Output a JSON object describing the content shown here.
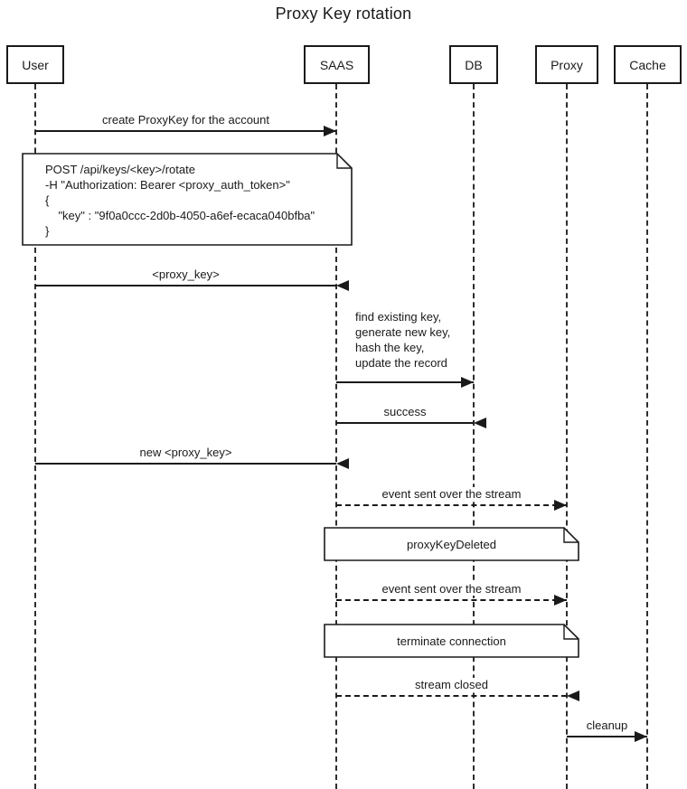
{
  "title": "Proxy Key rotation",
  "actors": [
    {
      "name": "User"
    },
    {
      "name": "SAAS"
    },
    {
      "name": "DB"
    },
    {
      "name": "Proxy"
    },
    {
      "name": "Cache"
    }
  ],
  "messages": [
    {
      "from": "User",
      "to": "SAAS",
      "style": "solid",
      "label": "create ProxyKey for the account"
    },
    {
      "from": "SAAS",
      "to": "User",
      "style": "solid",
      "label": "<proxy_key>"
    },
    {
      "from": "SAAS",
      "to": "DB",
      "style": "solid",
      "label": "find existing key,\ngenerate new key,\nhash the key,\nupdate the record"
    },
    {
      "from": "DB",
      "to": "SAAS",
      "style": "solid",
      "label": "success"
    },
    {
      "from": "SAAS",
      "to": "User",
      "style": "solid",
      "label": "new <proxy_key>"
    },
    {
      "from": "SAAS",
      "to": "Proxy",
      "style": "dashed",
      "label": "event sent over the stream"
    },
    {
      "from": "SAAS",
      "to": "Proxy",
      "style": "dashed",
      "label": "event sent over the stream"
    },
    {
      "from": "Proxy",
      "to": "SAAS",
      "style": "dashed",
      "label": "stream closed"
    },
    {
      "from": "Proxy",
      "to": "Cache",
      "style": "solid",
      "label": "cleanup"
    }
  ],
  "notes": [
    {
      "text": "POST /api/keys/<key>/rotate\n-H \"Authorization: Bearer <proxy_auth_token>\"\n{\n    \"key\" : \"9f0a0ccc-2d0b-4050-a6ef-ecaca040bfba\"\n}"
    },
    {
      "text": "proxyKeyDeleted"
    },
    {
      "text": "terminate connection"
    }
  ],
  "colors": {
    "line": "#1a1a1a",
    "background": "#ffffff",
    "text": "#1a1a1a"
  }
}
